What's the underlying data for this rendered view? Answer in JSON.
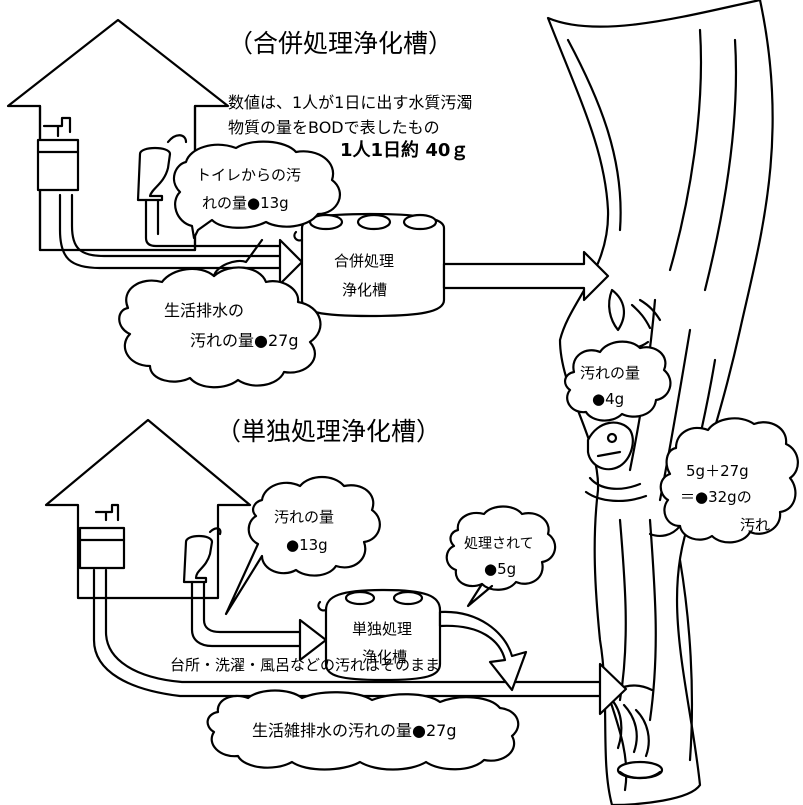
{
  "combined": {
    "title": "（合併処理浄化槽）",
    "note_line1": "数値は、1人が1日に出す水質汚濁",
    "note_line2": "物質の量をBODで表したもの",
    "note_total": "1人1日約 40ｇ",
    "toilet_bubble_line1": "トイレからの汚",
    "toilet_bubble_line2": "れの量●13g",
    "tank_line1": "合併処理",
    "tank_line2": "浄化槽",
    "greywater_bubble_line1": "生活排水の",
    "greywater_bubble_line2": "汚れの量●27g",
    "river_bubble_line1": "汚れの量",
    "river_bubble_line2": "●4g"
  },
  "single": {
    "title": "（単独処理浄化槽）",
    "toilet_bubble_line1": "汚れの量",
    "toilet_bubble_line2": "●13g",
    "tank_line1": "単独処理",
    "tank_line2": "浄化槽",
    "treated_bubble_line1": "処理されて",
    "treated_bubble_line2": "●5g",
    "kitchen_note": "台所・洗濯・風呂などの汚れはそのまま",
    "greywater_bubble": "生活雑排水の汚れの量●27g",
    "total_bubble_line1": "5g＋27g",
    "total_bubble_line2": "＝●32gの",
    "total_bubble_line3": "汚れ"
  }
}
